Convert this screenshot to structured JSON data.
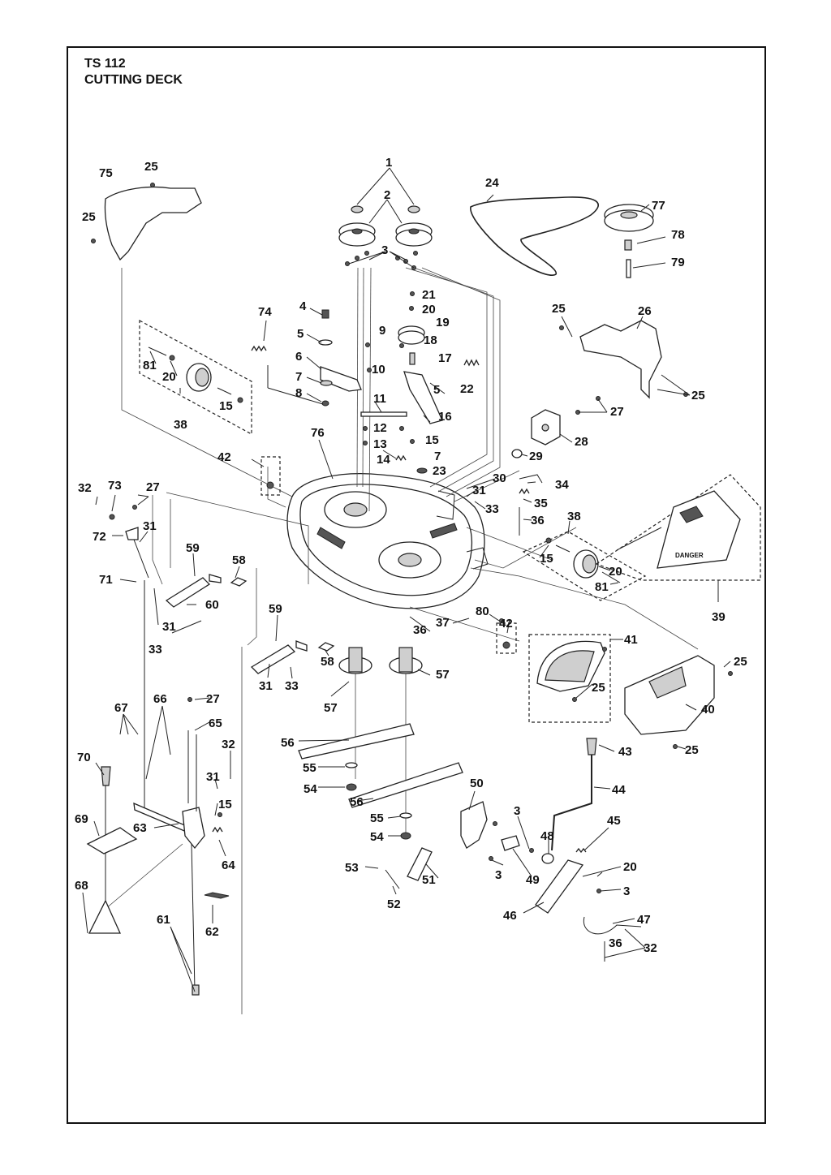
{
  "header": {
    "model": "TS 112",
    "section": "CUTTING DECK"
  },
  "callouts": [
    "1",
    "2",
    "3",
    "4",
    "5",
    "6",
    "7",
    "8",
    "9",
    "10",
    "11",
    "12",
    "13",
    "14",
    "15",
    "16",
    "17",
    "18",
    "19",
    "20",
    "21",
    "22",
    "23",
    "24",
    "25",
    "26",
    "27",
    "28",
    "29",
    "30",
    "31",
    "32",
    "33",
    "34",
    "35",
    "36",
    "37",
    "38",
    "39",
    "40",
    "41",
    "42",
    "43",
    "44",
    "45",
    "46",
    "47",
    "48",
    "49",
    "50",
    "51",
    "52",
    "53",
    "54",
    "55",
    "56",
    "57",
    "58",
    "59",
    "60",
    "61",
    "62",
    "63",
    "64",
    "65",
    "66",
    "67",
    "68",
    "69",
    "70",
    "71",
    "72",
    "73",
    "74",
    "75",
    "76",
    "77",
    "78",
    "79",
    "80",
    "81"
  ],
  "decals": {
    "danger": "DANGER"
  }
}
